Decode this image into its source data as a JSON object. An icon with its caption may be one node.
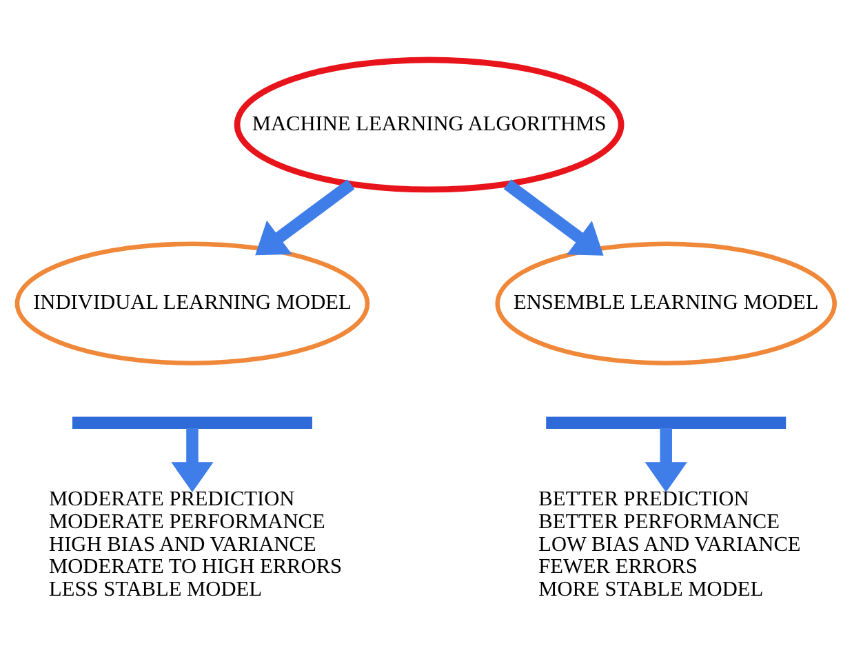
{
  "diagram": {
    "nodes": [
      {
        "text": [
          "MACHINE LEARNING ALGORITHMS"
        ]
      },
      {
        "text": [
          "INDIVIDUAL LEARNING MODEL"
        ]
      },
      {
        "text": [
          "ENSEMBLE LEARNING MODEL"
        ]
      },
      {
        "text": [],
        "shape": "bar"
      },
      {
        "text": [],
        "shape": "bar"
      },
      {
        "text": [
          "MODERATE PREDICTION",
          "MODERATE PERFORMANCE",
          "HIGH BIAS AND VARIANCE",
          "MODERATE TO HIGH ERRORS",
          "LESS STABLE MODEL"
        ]
      },
      {
        "text": [
          "BETTER PREDICTION",
          "BETTER PERFORMANCE",
          "LOW BIAS AND VARIANCE",
          "FEWER ERRORS",
          "MORE STABLE MODEL"
        ]
      }
    ],
    "edges": [
      {
        "from": 0,
        "to": 1,
        "arrow": "to"
      },
      {
        "from": 0,
        "to": 2,
        "arrow": "to"
      },
      {
        "from": 3,
        "to": 5,
        "arrow": "to"
      },
      {
        "from": 4,
        "to": 6,
        "arrow": "to"
      }
    ]
  }
}
